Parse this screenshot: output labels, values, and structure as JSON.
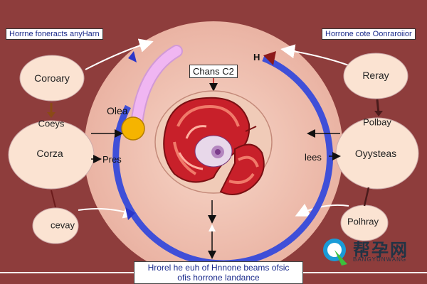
{
  "labels": {
    "top_left": "Horrne foneracts anyHarn",
    "top_right": "Horrone cote Oonraroiior",
    "center_top": "Chans C2",
    "h_mark": "H",
    "caption_line1": "Hrorel he euh of Hnnone beams ofsic",
    "caption_line2": "ofis horrone landance"
  },
  "left_nodes": [
    "Coroary",
    "Coeys",
    "Corza",
    "cevay"
  ],
  "right_nodes": [
    "Reray",
    "Polbay",
    "Oyysteas",
    "Polhray"
  ],
  "inner_labels": {
    "olea": "Olea",
    "pres": "Pres",
    "lees": "lees"
  },
  "watermark": {
    "title": "帮孕网",
    "subtitle": "BANGYUNWANG"
  },
  "colors": {
    "background": "#8e3d3c",
    "circle": "#f3c6b8",
    "ring": "#3f4fd8",
    "oval": "#fbe3d2",
    "accent_yellow": "#f5b400",
    "accent_pink": "#f0b6f2"
  }
}
